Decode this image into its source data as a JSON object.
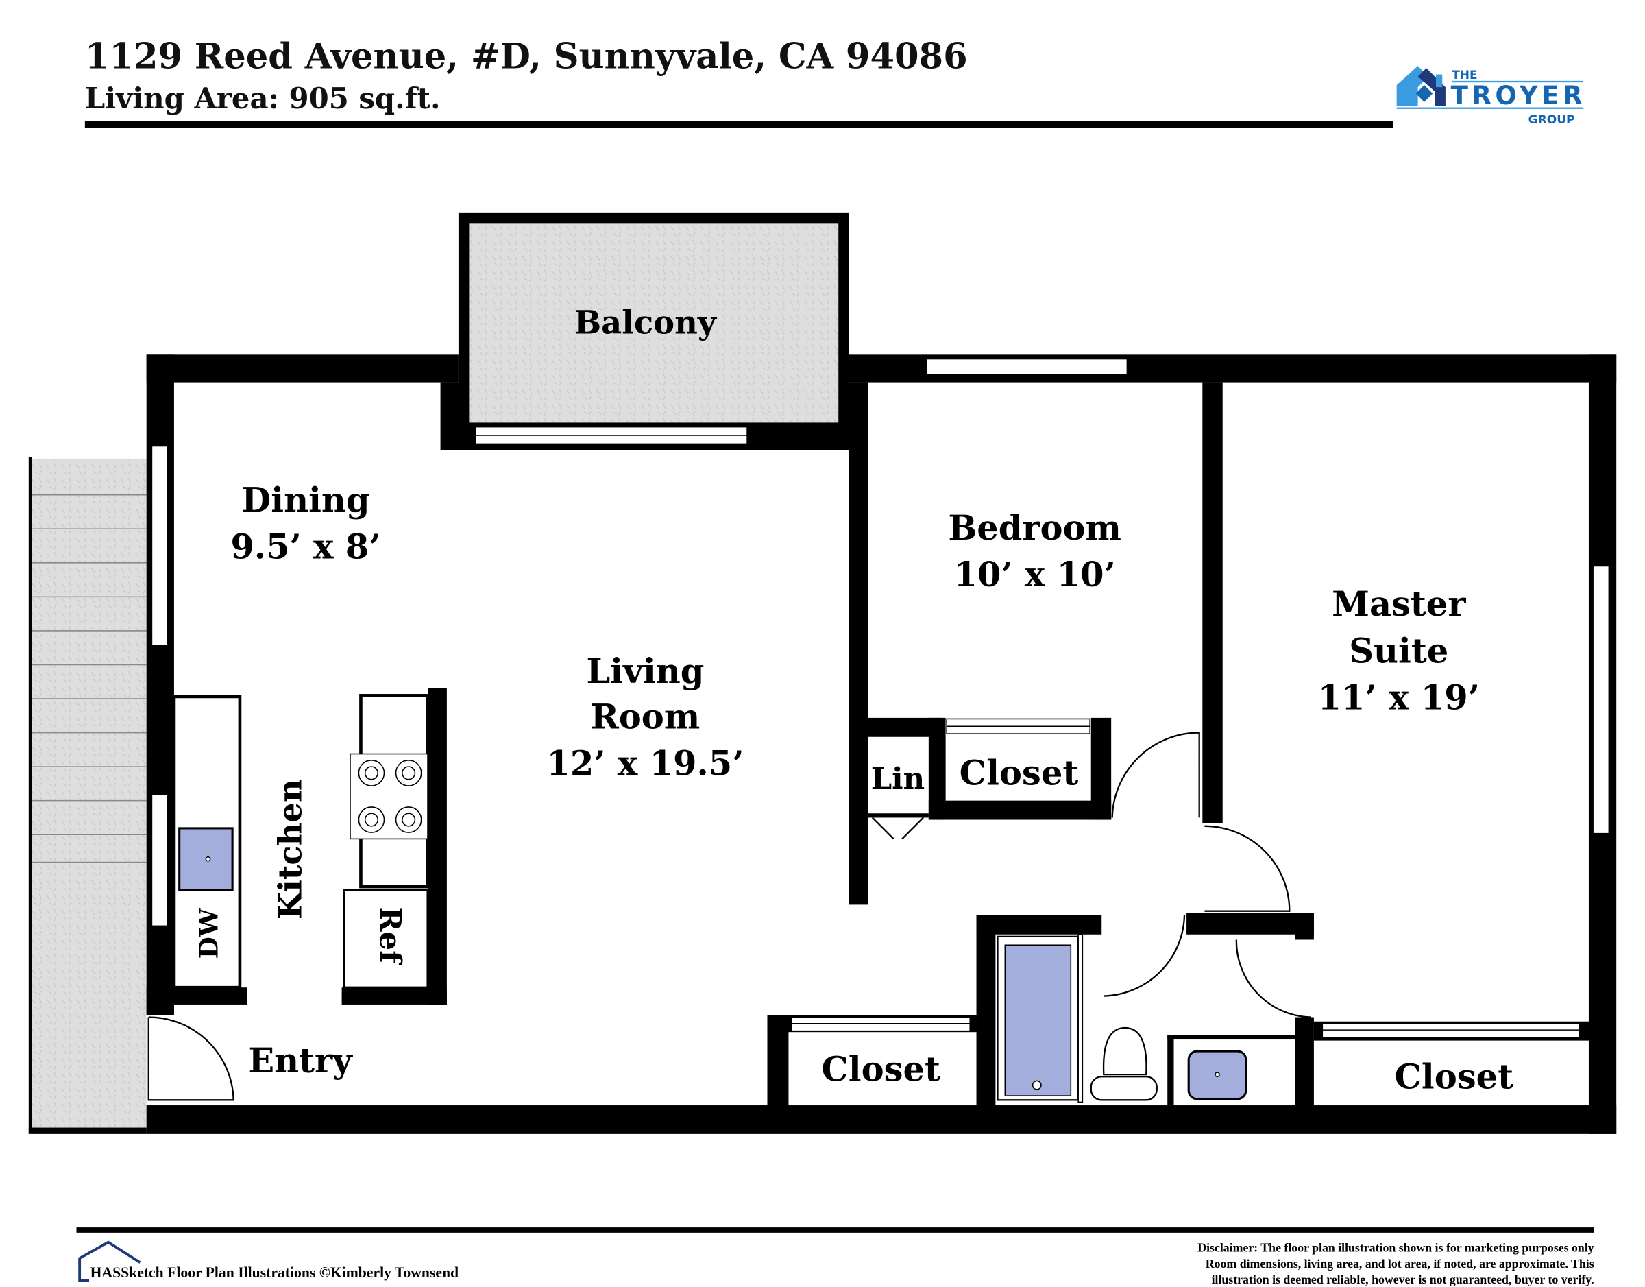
{
  "header": {
    "address": "1129 Reed Avenue, #D, Sunnyvale, CA 94086",
    "living_area": "Living Area: 905 sq.ft."
  },
  "logo": {
    "the": "THE",
    "name": "TROYER",
    "group": "GROUP"
  },
  "rooms": {
    "balcony": "Balcony",
    "dining": "Dining",
    "dining_dim": "9.5’ x 8’",
    "living": "Living",
    "living2": "Room",
    "living_dim": "12’ x 19.5’",
    "bedroom": "Bedroom",
    "bedroom_dim": "10’ x 10’",
    "master": "Master",
    "master2": "Suite",
    "master_dim": "11’ x 19’",
    "lin": "Lin",
    "closet_bed": "Closet",
    "closet_hall": "Closet",
    "closet_master": "Closet",
    "kitchen": "Kitchen",
    "dw": "DW",
    "ref": "Ref",
    "entry": "Entry"
  },
  "footer": {
    "credit": "HASSketch Floor Plan Illustrations ©Kimberly Townsend",
    "disclaimer": [
      "Disclaimer: The floor plan illustration shown is for marketing purposes only",
      "Room dimensions, living area, and lot area, if noted, are approximate. This",
      "illustration is deemed reliable, however is not guaranteed, buyer to verify."
    ]
  },
  "colors": {
    "wall": "#000000",
    "fixture": "#a4aedc",
    "outdoor": "#dcdcdc",
    "brand_dark": "#1f3a7a",
    "brand": "#1565b0",
    "brand_light": "#3a9be0"
  }
}
